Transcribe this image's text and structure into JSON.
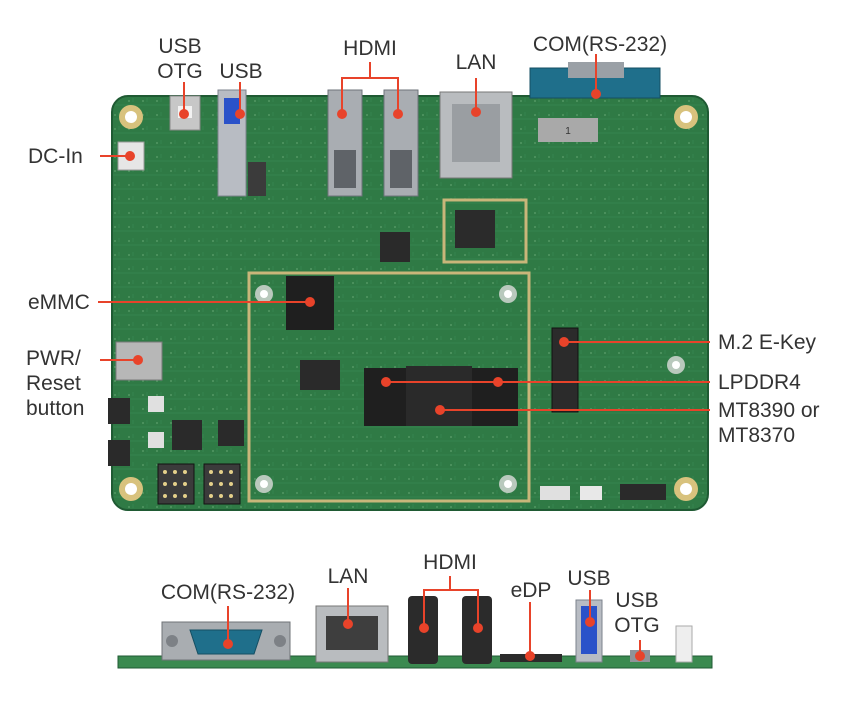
{
  "colors": {
    "pcb": "#2f7a45",
    "pcb_dark": "#226336",
    "callout": "#e8432a",
    "soc_frame": "#c9b67a",
    "label_text": "#333333",
    "db9_blue": "#1f6f8b",
    "usb3_blue": "#2a52c9"
  },
  "top_view": {
    "labels": {
      "usb_otg": [
        "USB",
        "OTG"
      ],
      "usb": "USB",
      "hdmi": "HDMI",
      "lan": "LAN",
      "com": "COM(RS-232)",
      "dc_in": "DC-In",
      "emmc": "eMMC",
      "pwr_reset": [
        "PWR/",
        "Reset",
        "button"
      ],
      "m2": "M.2 E-Key",
      "lpddr4": "LPDDR4",
      "soc": [
        "MT8390 or",
        "MT8370"
      ]
    }
  },
  "side_view": {
    "labels": {
      "com": "COM(RS-232)",
      "lan": "LAN",
      "hdmi": "HDMI",
      "edp": "eDP",
      "usb": "USB",
      "usb_otg": [
        "USB",
        "OTG"
      ]
    }
  }
}
